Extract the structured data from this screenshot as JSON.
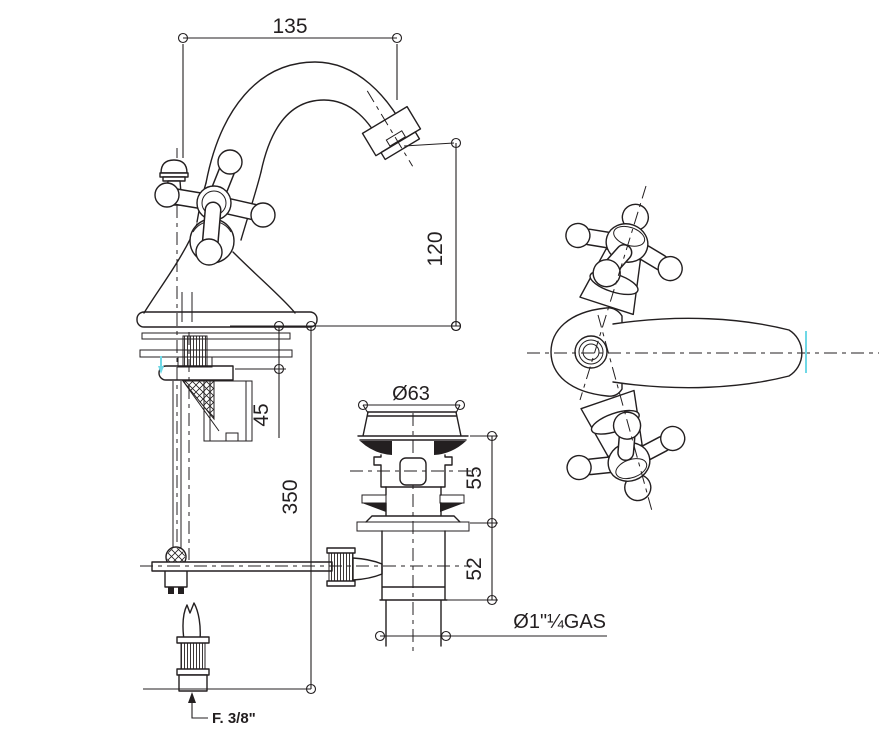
{
  "drawing": {
    "line_color": "#231f20",
    "accent_color": "#6fd8e6",
    "dims": {
      "spout_reach": {
        "value": "135"
      },
      "spout_height": {
        "value": "120"
      },
      "deck_thickness": {
        "value": "45"
      },
      "hose_drop": {
        "value": "350"
      },
      "waste_flange_dia": {
        "value": "Ø63"
      },
      "waste_upper": {
        "value": "55"
      },
      "waste_lower": {
        "value": "52"
      },
      "waste_thread": {
        "value": "Ø1\"¼GAS"
      },
      "supply_thread": {
        "value": "F. 3/8\""
      }
    }
  }
}
